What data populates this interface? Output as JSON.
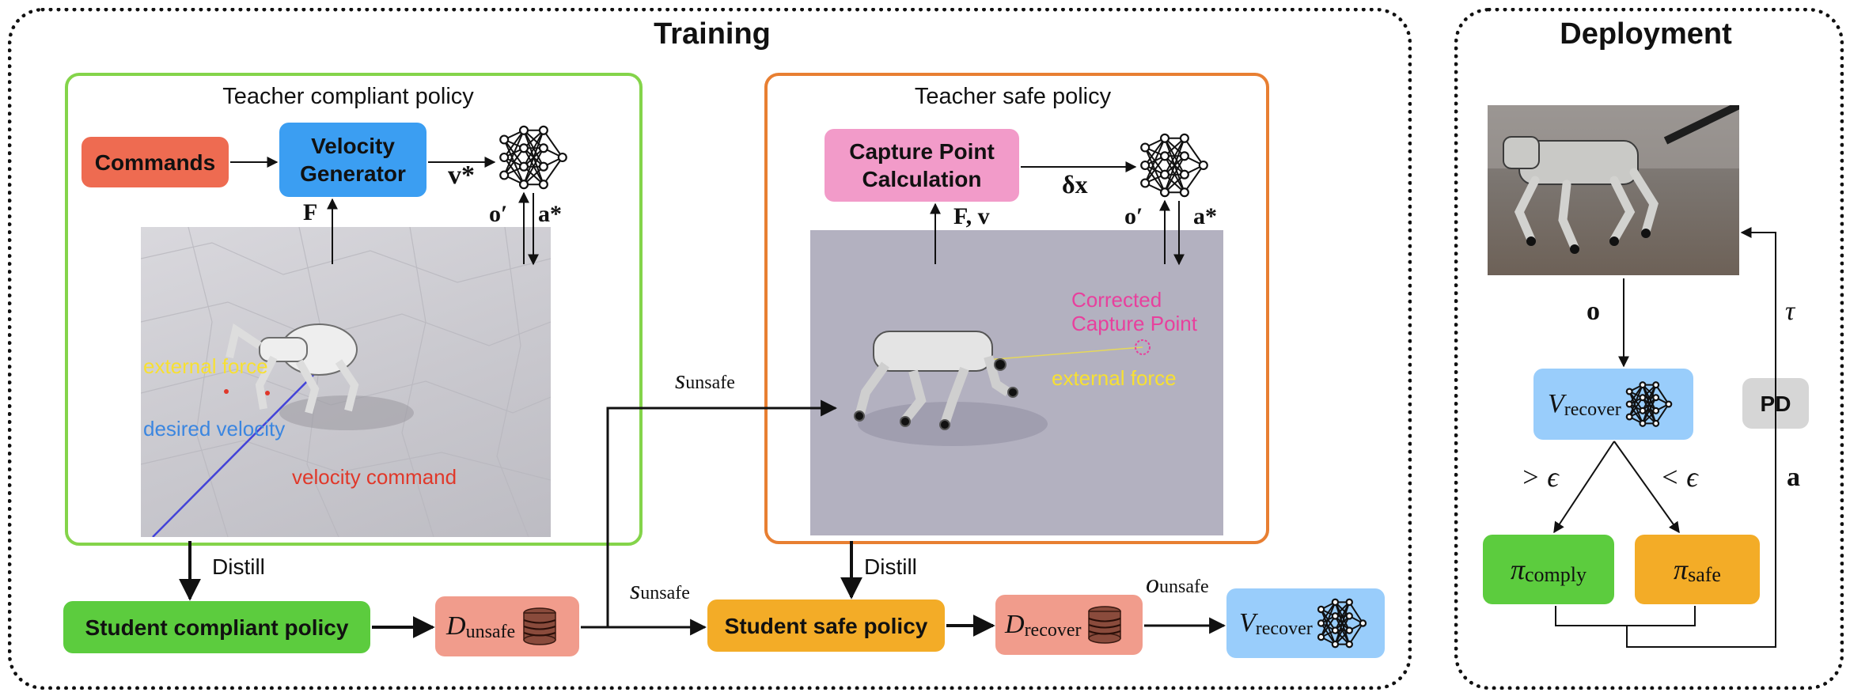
{
  "colors": {
    "orange_red": "#ee6b51",
    "blue": "#3b9ef2",
    "pink": "#f29bc9",
    "green": "#5ccc3e",
    "amber": "#f3ac27",
    "salmon": "#f19c8c",
    "light_blue": "#99cdfb",
    "gray": "#d6d6d6",
    "green_border": "#84d44a",
    "orange_border": "#e87f32",
    "annot_yellow": "#f7e032",
    "annot_blue": "#3b86e0",
    "annot_red": "#e0382a",
    "annot_pink": "#e8409d"
  },
  "training": {
    "title": "Training",
    "teacher_compliant": {
      "title": "Teacher compliant policy",
      "commands": "Commands",
      "velocity_generator_l1": "Velocity",
      "velocity_generator_l2": "Generator",
      "v_star": "v*",
      "F": "F",
      "o_prime": "o′",
      "a_star": "a*",
      "annot_external_force": "external force",
      "annot_desired_velocity": "desired velocity",
      "annot_velocity_command": "velocity command"
    },
    "teacher_safe": {
      "title": "Teacher safe policy",
      "capture_l1": "Capture Point",
      "capture_l2": "Calculation",
      "delta_x": "δx",
      "F_v": "F, v",
      "o_prime": "o′",
      "a_star": "a*",
      "annot_corrected_l1": "Corrected",
      "annot_corrected_l2": "Capture Point",
      "annot_external_force": "external force"
    },
    "distill_left": "Distill",
    "distill_right": "Distill",
    "student_compliant": "Student compliant policy",
    "student_safe": "Student safe policy",
    "d_unsafe": {
      "sym": "D",
      "sub": "unsafe"
    },
    "d_recover": {
      "sym": "D",
      "sub": "recover"
    },
    "v_recover": {
      "sym": "V",
      "sub": "recover"
    },
    "s_unsafe_top": {
      "sym": "s",
      "sub": "unsafe"
    },
    "s_unsafe_bottom": {
      "sym": "s",
      "sub": "unsafe"
    },
    "o_unsafe": {
      "sym": "o",
      "sub": "unsafe"
    }
  },
  "deployment": {
    "title": "Deployment",
    "o": "o",
    "tau": "τ",
    "v_recover": {
      "sym": "V",
      "sub": "recover"
    },
    "pd": "PD",
    "gt_eps": "> ϵ",
    "lt_eps": "< ϵ",
    "a": "a",
    "pi_comply": {
      "sym": "π",
      "sub": "comply"
    },
    "pi_safe": {
      "sym": "π",
      "sub": "safe"
    }
  }
}
